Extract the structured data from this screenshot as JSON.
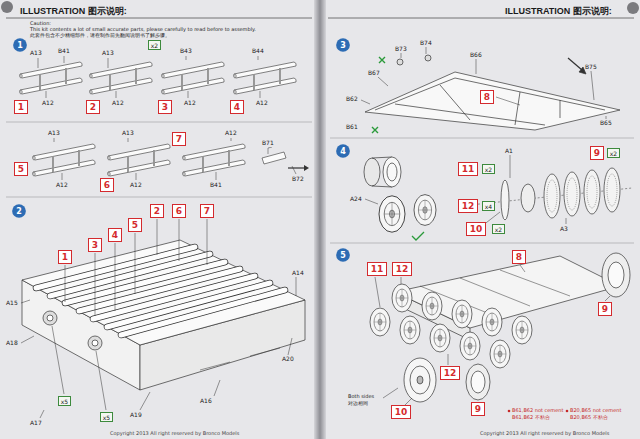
{
  "diagram": {
    "nodes": [
      {
        "text": [
          "1"
        ]
      },
      {
        "text": [
          "x2"
        ]
      },
      {
        "text": [
          "1"
        ]
      },
      {
        "text": [
          "2"
        ]
      },
      {
        "text": [
          "3"
        ]
      },
      {
        "text": [
          "4"
        ]
      },
      {
        "text": [
          "5"
        ]
      },
      {
        "text": [
          "6"
        ]
      },
      {
        "text": [
          "7"
        ]
      },
      {
        "text": [
          "2"
        ]
      },
      {
        "text": [
          "2"
        ]
      },
      {
        "text": [
          "6"
        ]
      },
      {
        "text": [
          "7"
        ]
      },
      {
        "text": [
          "5"
        ]
      },
      {
        "text": [
          "4"
        ]
      },
      {
        "text": [
          "3"
        ]
      },
      {
        "text": [
          "1"
        ]
      },
      {
        "text": [
          "x5"
        ]
      },
      {
        "text": [
          "x5"
        ]
      },
      {
        "text": [
          "3"
        ]
      },
      {
        "text": [
          "8"
        ]
      },
      {
        "text": [
          "4"
        ]
      },
      {
        "text": [
          "11"
        ]
      },
      {
        "text": [
          "x2"
        ]
      },
      {
        "text": [
          "9"
        ]
      },
      {
        "text": [
          "x2"
        ]
      },
      {
        "text": [
          "12"
        ]
      },
      {
        "text": [
          "x4"
        ]
      },
      {
        "text": [
          "10"
        ]
      },
      {
        "text": [
          "x2"
        ]
      },
      {
        "text": [
          "5"
        ]
      },
      {
        "text": [
          "8"
        ]
      },
      {
        "text": [
          "11"
        ]
      },
      {
        "text": [
          "12"
        ]
      },
      {
        "text": [
          "9"
        ]
      },
      {
        "text": [
          "12"
        ]
      },
      {
        "text": [
          "10"
        ]
      },
      {
        "text": [
          "9"
        ]
      }
    ],
    "labels": [
      "ILLUSTRATION 图示说明:",
      "Caution:",
      "This kit contents a lot of small accurate parts, please carefully to read before to assembly.",
      "此套件包含不少精细部件，请在制作前先翻阅说明书了解步骤。",
      "A13",
      "B41",
      "A12",
      "A13",
      "A12",
      "B43",
      "A12",
      "B44",
      "A12",
      "A13",
      "A12",
      "A13",
      "A12",
      "A12",
      "B41",
      "B71",
      "B72",
      "A15",
      "A18",
      "A17",
      "A19",
      "A16",
      "A20",
      "A14",
      "ILLUSTRATION 图示说明:",
      "B73",
      "B74",
      "B67",
      "B62",
      "B61",
      "B66",
      "B75",
      "B65",
      "A24",
      "A1",
      "A3",
      "Both sides",
      "对边相同",
      "B61,B62 not cement",
      "B61,B62 不粘合",
      "B20,B65 not cement",
      "B20,B65 不粘合",
      "Copyright 2013 All right reserved by Bronco Models",
      "Copyright 2013 All right reserved by Bronco Models"
    ]
  }
}
